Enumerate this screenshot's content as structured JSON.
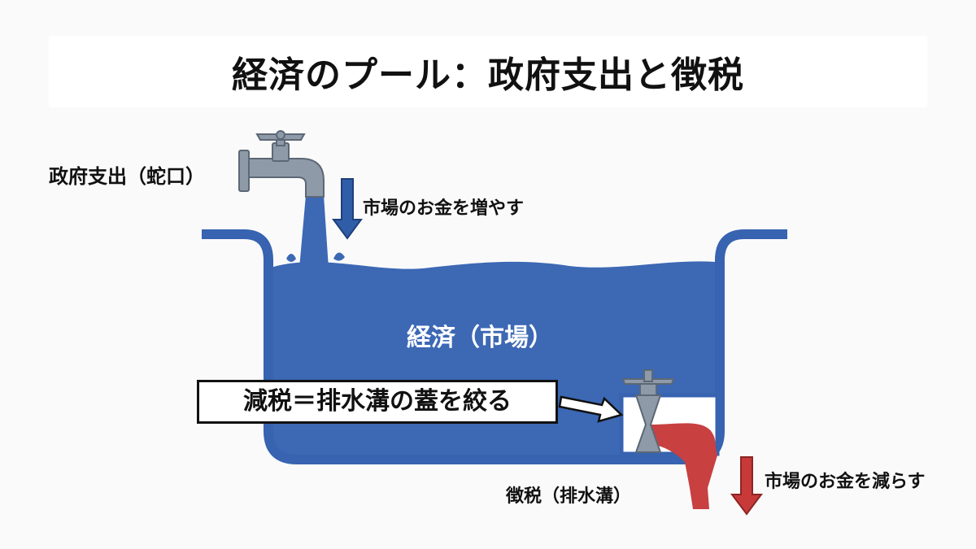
{
  "title": "経済のプール：政府支出と徴税",
  "labels": {
    "government_spending": "政府支出（蛇口）",
    "increase_money": "市場のお金を増やす",
    "economy_market": "経済（市場）",
    "tax_cut_callout": "減税＝排水溝の蓋を絞る",
    "taxation": "徴税（排水溝）",
    "decrease_money": "市場のお金を減らす"
  },
  "colors": {
    "water": "#3c68b4",
    "pool_wall": "#3763b0",
    "arrow_blue": "#2f5da8",
    "drain_flow": "#c84040",
    "arrow_red": "#c83a3a",
    "faucet": "#8e9aa8"
  },
  "icons": [
    "faucet-icon",
    "drain-valve-icon",
    "down-arrow-icon",
    "right-arrow-icon"
  ]
}
